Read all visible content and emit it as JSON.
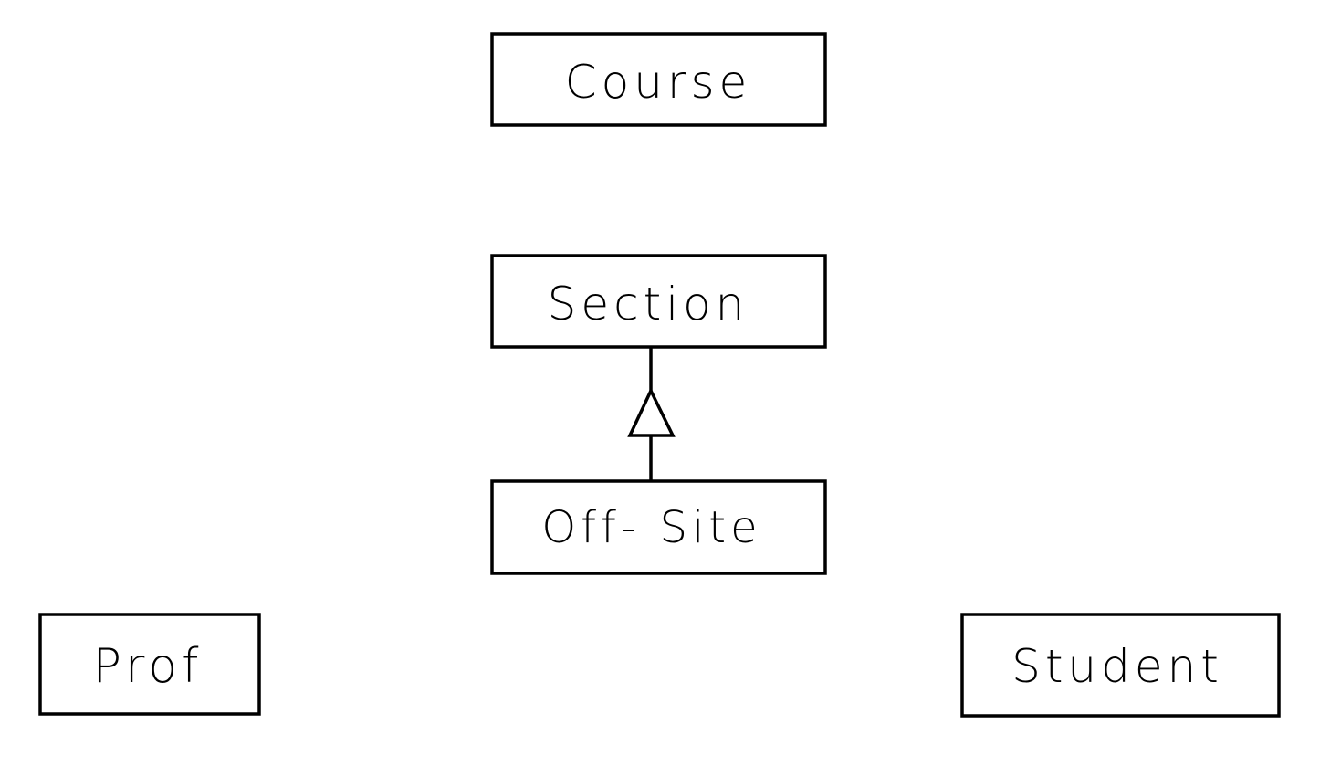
{
  "diagram": {
    "type": "uml-class-diagram",
    "classes": {
      "course": "Course",
      "section": "Section",
      "offsite": "Off- Site",
      "prof": "Prof",
      "student": "Student"
    },
    "relationships": [
      {
        "kind": "generalization",
        "from": "Off- Site",
        "to": "Section"
      }
    ],
    "colors": {
      "stroke": "#000000",
      "fill": "#ffffff"
    }
  }
}
